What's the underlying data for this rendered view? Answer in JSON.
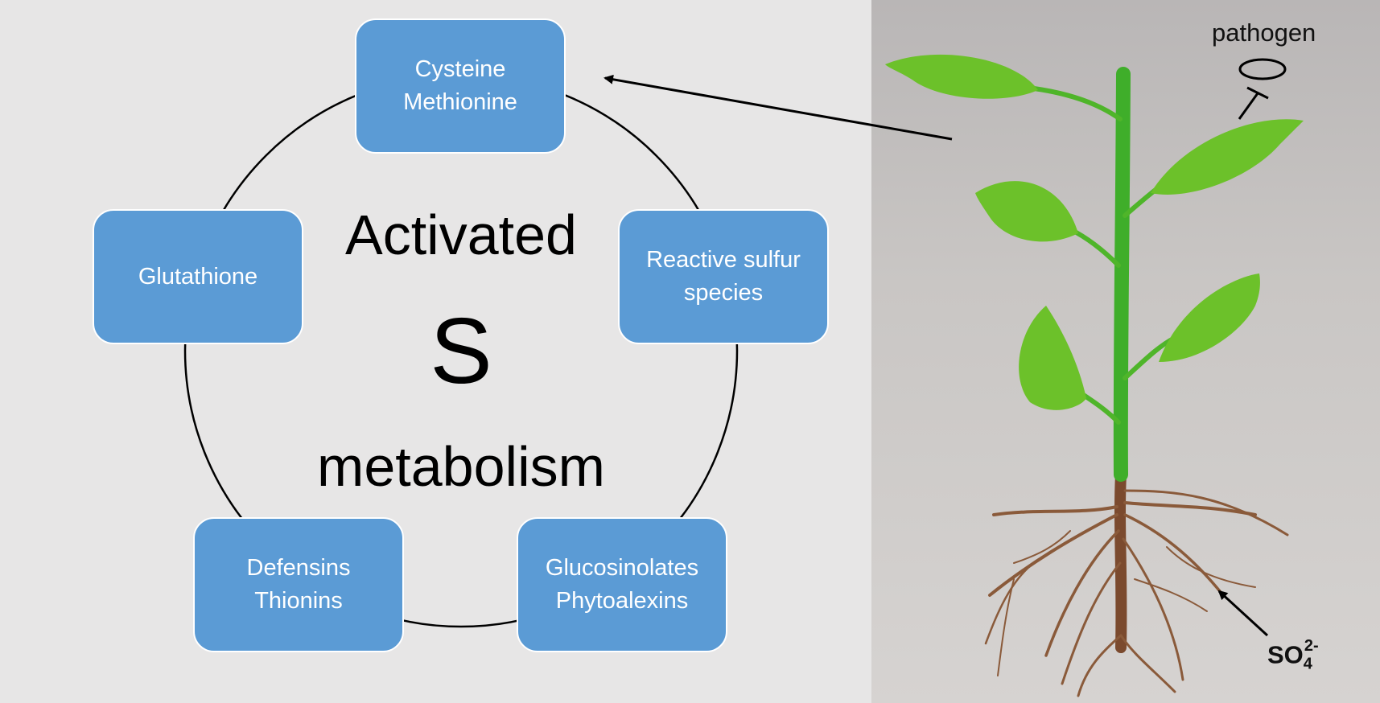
{
  "diagram": {
    "center": {
      "line1": "Activated",
      "line2": "S",
      "line3": "metabolism"
    },
    "nodes": [
      {
        "line1": "Cysteine",
        "line2": "Methionine"
      },
      {
        "line1": "Reactive sulfur",
        "line2": "species"
      },
      {
        "line1": "Glucosinolates",
        "line2": "Phytoalexins"
      },
      {
        "line1": "Defensins",
        "line2": "Thionins"
      },
      {
        "line1": "Glutathione",
        "line2": ""
      }
    ]
  },
  "illustration": {
    "pathogen_label": "pathogen",
    "sulfate": {
      "base": "SO",
      "subscript": "4",
      "superscript": "2-"
    }
  },
  "colors": {
    "node_fill": "#5b9bd5",
    "node_border": "#ffffff",
    "background": "#e7e6e6",
    "leaf_green": "#6cc12a",
    "stem_green": "#3fae2a",
    "root_brown": "#8a5a3a"
  }
}
